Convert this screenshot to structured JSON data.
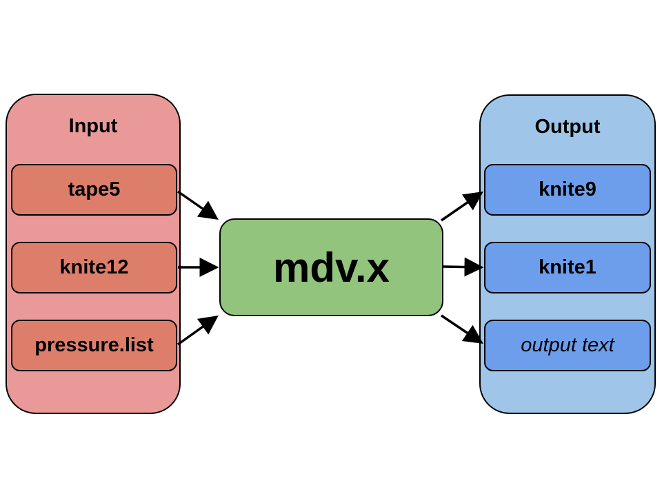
{
  "input": {
    "title": "Input",
    "items": [
      "tape5",
      "knite12",
      "pressure.list"
    ]
  },
  "process": {
    "label": "mdv.x"
  },
  "output": {
    "title": "Output",
    "items": [
      "knite9",
      "knite1",
      "output text"
    ]
  },
  "colors": {
    "input_group": "#ea9999",
    "input_item": "#dd7e6b",
    "process": "#93c47d",
    "output_group": "#9fc5e8",
    "output_item": "#6d9eeb"
  }
}
